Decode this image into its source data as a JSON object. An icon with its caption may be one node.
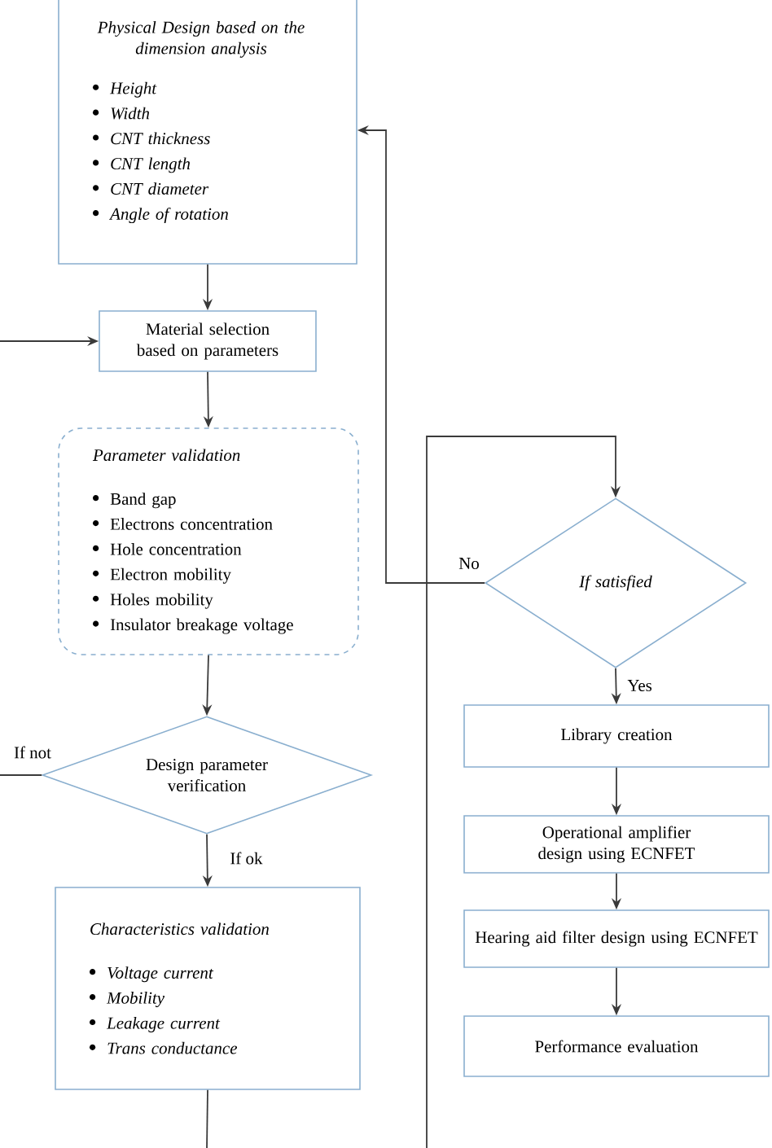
{
  "diagram": {
    "nodes": [
      {
        "text": [
          "Physical Design based on the dimension analysis",
          "Height",
          "Width",
          "CNT thickness",
          "CNT length",
          "CNT diameter",
          "Angle of rotation"
        ]
      },
      {
        "text": [
          "Material selection based on parameters"
        ]
      },
      {
        "text": [
          "Parameter validation",
          "Band gap",
          "Electrons concentration",
          "Hole concentration",
          "Electron mobility",
          "Holes mobility",
          "Insulator breakage voltage"
        ]
      },
      {
        "text": [
          "Design parameter verification"
        ]
      },
      {
        "text": [
          "Characteristics validation",
          "Voltage current",
          "Mobility",
          "Leakage current",
          "Trans conductance"
        ]
      },
      {
        "text": [
          "If satisfied"
        ]
      },
      {
        "text": [
          "Library creation"
        ]
      },
      {
        "text": [
          "Operational amplifier design using ECNFET"
        ]
      },
      {
        "text": [
          "Hearing aid filter design using ECNFET"
        ]
      },
      {
        "text": [
          "Performance evaluation"
        ]
      }
    ],
    "edges": [
      {
        "from": 0,
        "to": 1,
        "arrow": "to"
      },
      {
        "from": null,
        "to": 1,
        "arrow": "to"
      },
      {
        "from": 1,
        "to": 2,
        "arrow": "to"
      },
      {
        "from": 2,
        "to": 3,
        "arrow": "to"
      },
      {
        "from": 3,
        "to": null,
        "arrow": "none",
        "label": "If not"
      },
      {
        "from": 3,
        "to": 4,
        "arrow": "to",
        "label": "If ok"
      },
      {
        "from": 4,
        "to": null,
        "arrow": "none"
      },
      {
        "from": null,
        "to": 5,
        "arrow": "to"
      },
      {
        "from": 5,
        "to": 0,
        "arrow": "to",
        "label": "No"
      },
      {
        "from": 5,
        "to": 6,
        "arrow": "to",
        "label": "Yes"
      },
      {
        "from": 6,
        "to": 7,
        "arrow": "to"
      },
      {
        "from": 7,
        "to": 8,
        "arrow": "to"
      },
      {
        "from": 8,
        "to": 9,
        "arrow": "to"
      }
    ]
  }
}
